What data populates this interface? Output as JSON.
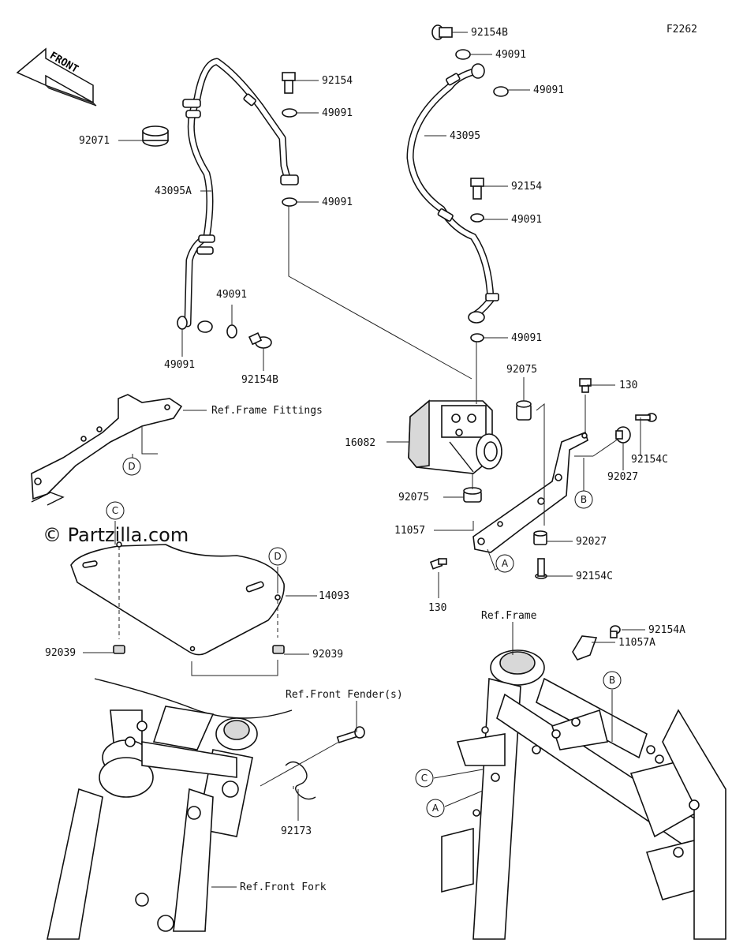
{
  "figure_code": "F2262",
  "watermark": "© Partzilla.com",
  "front_arrow": "FRONT",
  "callouts": {
    "p92154B_top": "92154B",
    "p49091_a": "49091",
    "p49091_b": "49091",
    "p43095": "43095",
    "p92154_right": "92154",
    "p49091_c": "49091",
    "p49091_d": "49091",
    "p92154_left": "92154",
    "p49091_e": "49091",
    "p92071": "92071",
    "p43095A": "43095A",
    "p49091_f": "49091",
    "p49091_g": "49091",
    "p49091_h": "49091",
    "p92154B_low": "92154B",
    "p92075_top": "92075",
    "p130_top": "130",
    "p16082": "16082",
    "p92154C_top": "92154C",
    "p92027_top": "92027",
    "p92075_low": "92075",
    "p11057": "11057",
    "p92027_low": "92027",
    "p92154C_low": "92154C",
    "p130_low": "130",
    "p14093": "14093",
    "p92039_left": "92039",
    "p92039_right": "92039",
    "p92154A": "92154A",
    "p11057A": "11057A",
    "p92173": "92173"
  },
  "references": {
    "frame_fittings": "Ref.Frame Fittings",
    "frame": "Ref.Frame",
    "front_fenders": "Ref.Front Fender(s)",
    "front_fork": "Ref.Front Fork"
  },
  "circle_markers": {
    "D_top": "D",
    "B_mid": "B",
    "C_plate": "C",
    "D_plate": "D",
    "A_mid": "A",
    "B_frame": "B",
    "C_frame": "C",
    "A_frame": "A"
  }
}
